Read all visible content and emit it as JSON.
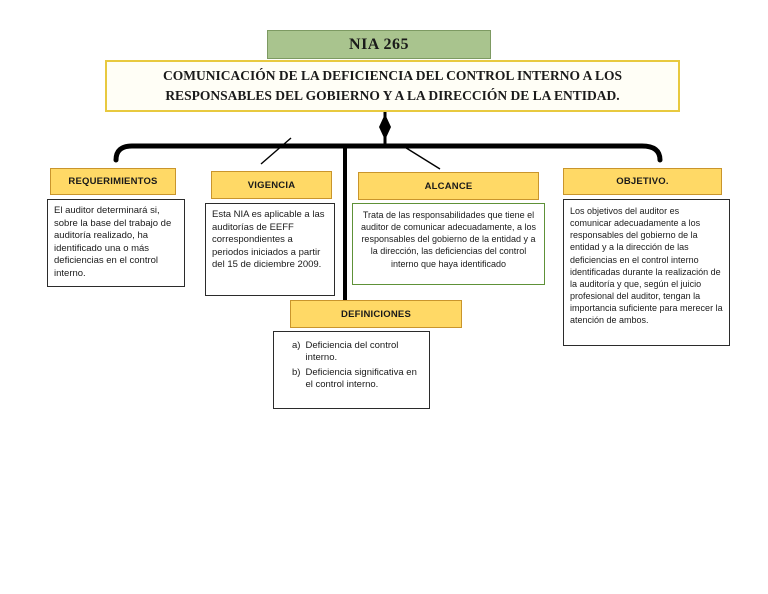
{
  "page": {
    "root_label": "NIA 265",
    "subtitle": "COMUNICACIÓN DE LA DEFICIENCIA DEL CONTROL INTERNO A LOS RESPONSABLES DEL GOBIERNO Y A LA DIRECCIÓN DE LA ENTIDAD."
  },
  "branches": {
    "requerimientos": {
      "header": "REQUERIMIENTOS",
      "body": "El auditor determinará si, sobre la base del trabajo de auditoría realizado, ha identificado una o más deficiencias en el control interno."
    },
    "vigencia": {
      "header": "VIGENCIA",
      "body": "Esta NIA es aplicable a las auditorías de EEFF correspondientes a periodos iniciados a partir del 15 de diciembre 2009."
    },
    "alcance": {
      "header": "ALCANCE",
      "body": "Trata de las responsabilidades que tiene el auditor de comunicar adecuadamente, a los responsables del gobierno de la entidad y a la dirección, las deficiencias del control interno que haya identificado"
    },
    "objetivo": {
      "header": "OBJETIVO.",
      "body": "Los objetivos del auditor es comunicar adecuadamente a los responsables del gobierno de la entidad y a la dirección de las deficiencias en el control interno identificadas durante la realización de la auditoría y que, según el juicio profesional del auditor, tengan la importancia suficiente para merecer la atención de ambos."
    },
    "definiciones": {
      "header": "DEFINICIONES",
      "items": [
        {
          "marker": "a)",
          "text": "Deficiencia del control interno."
        },
        {
          "marker": "b)",
          "text": "Deficiencia significativa en el control interno."
        }
      ]
    }
  },
  "colors": {
    "root_fill": "#a9c48e",
    "header_fill": "#ffd966",
    "header_border": "#c9952c",
    "subtitle_border": "#e8c93f",
    "alcance_border": "#5e9138",
    "connector": "#000000"
  }
}
